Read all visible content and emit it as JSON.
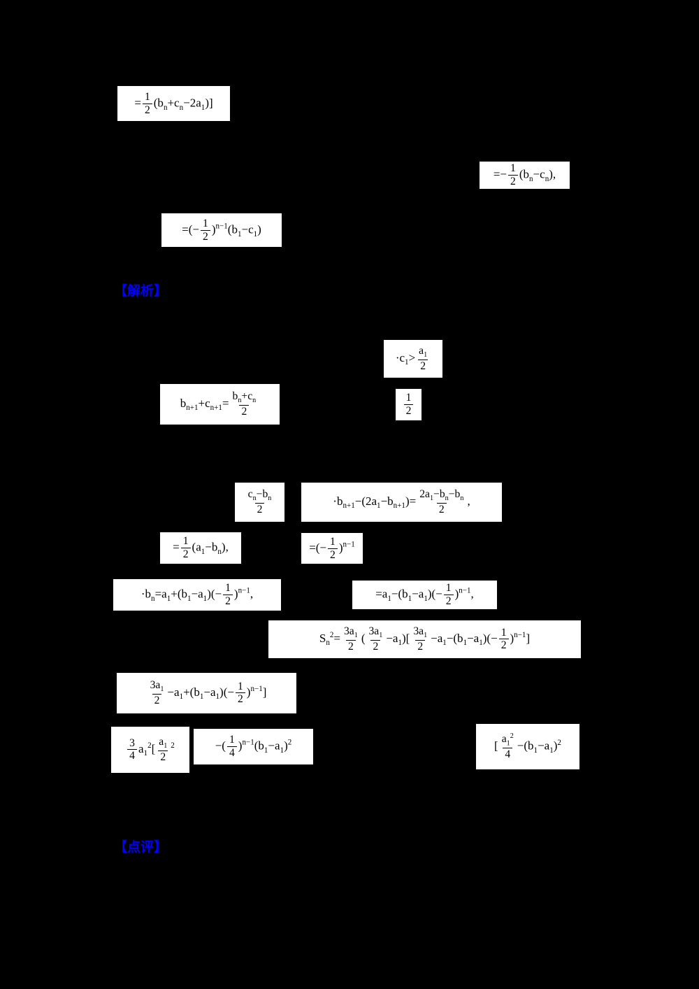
{
  "page": {
    "background_color": "#000000",
    "formula_background": "#ffffff",
    "formula_text_color": "#000000",
    "label_color": "#0000ff"
  },
  "labels": {
    "analysis": "【解析】",
    "comment": "【点评】"
  },
  "formulas": {
    "f1": [
      {
        "x": "="
      },
      {
        "f": [
          [
            {
              "x": "1"
            }
          ],
          [
            {
              "x": "2"
            }
          ]
        ]
      },
      {
        "x": "(b"
      },
      {
        "s": "n"
      },
      {
        "x": "+c"
      },
      {
        "s": "n"
      },
      {
        "x": "−2a"
      },
      {
        "s": "1"
      },
      {
        "x": ")]"
      }
    ],
    "f2": [
      {
        "x": "=−"
      },
      {
        "f": [
          [
            {
              "x": "1"
            }
          ],
          [
            {
              "x": "2"
            }
          ]
        ]
      },
      {
        "x": "(b"
      },
      {
        "s": "n"
      },
      {
        "x": "−c"
      },
      {
        "s": "n"
      },
      {
        "x": "),"
      }
    ],
    "f3": [
      {
        "x": "=(−"
      },
      {
        "f": [
          [
            {
              "x": "1"
            }
          ],
          [
            {
              "x": "2"
            }
          ]
        ]
      },
      {
        "x": ")"
      },
      {
        "p": "n−1"
      },
      {
        "x": "(b"
      },
      {
        "s": "1"
      },
      {
        "x": "−c"
      },
      {
        "s": "1"
      },
      {
        "x": ")"
      }
    ],
    "f5": [
      {
        "x": "·c"
      },
      {
        "s": "1"
      },
      {
        "x": ">"
      },
      {
        "f": [
          [
            {
              "x": "a"
            },
            {
              "s": "1"
            }
          ],
          [
            {
              "x": "2"
            }
          ]
        ]
      }
    ],
    "f6": [
      {
        "x": "b"
      },
      {
        "s": "n+1"
      },
      {
        "x": "+c"
      },
      {
        "s": "n+1"
      },
      {
        "x": "="
      },
      {
        "f": [
          [
            {
              "x": "b"
            },
            {
              "s": "n"
            },
            {
              "x": "+c"
            },
            {
              "s": "n"
            }
          ],
          [
            {
              "x": "2"
            }
          ]
        ]
      }
    ],
    "f7": [
      {
        "f": [
          [
            {
              "x": "1"
            }
          ],
          [
            {
              "x": "2"
            }
          ]
        ]
      }
    ],
    "f8": [
      {
        "f": [
          [
            {
              "x": "c"
            },
            {
              "s": "n"
            },
            {
              "x": "−b"
            },
            {
              "s": "n"
            }
          ],
          [
            {
              "x": "2"
            }
          ]
        ]
      }
    ],
    "f9": [
      {
        "x": "·b"
      },
      {
        "s": "n+1"
      },
      {
        "x": "−(2a"
      },
      {
        "s": "1"
      },
      {
        "x": "−b"
      },
      {
        "s": "n+1"
      },
      {
        "x": ")="
      },
      {
        "f": [
          [
            {
              "x": "2a"
            },
            {
              "s": "1"
            },
            {
              "x": "−b"
            },
            {
              "s": "n"
            },
            {
              "x": "−b"
            },
            {
              "s": "n"
            }
          ],
          [
            {
              "x": "2"
            }
          ]
        ]
      },
      {
        "x": ","
      }
    ],
    "f10": [
      {
        "x": "="
      },
      {
        "f": [
          [
            {
              "x": "1"
            }
          ],
          [
            {
              "x": "2"
            }
          ]
        ]
      },
      {
        "x": "(a"
      },
      {
        "s": "1"
      },
      {
        "x": "−b"
      },
      {
        "s": "n"
      },
      {
        "x": "),"
      }
    ],
    "f11": [
      {
        "x": "=(−"
      },
      {
        "f": [
          [
            {
              "x": "1"
            }
          ],
          [
            {
              "x": "2"
            }
          ]
        ]
      },
      {
        "x": ")"
      },
      {
        "p": "n−1"
      }
    ],
    "f12": [
      {
        "x": "·b"
      },
      {
        "s": "n"
      },
      {
        "x": "=a"
      },
      {
        "s": "1"
      },
      {
        "x": "+(b"
      },
      {
        "s": "1"
      },
      {
        "x": "−a"
      },
      {
        "s": "1"
      },
      {
        "x": ")(−"
      },
      {
        "f": [
          [
            {
              "x": "1"
            }
          ],
          [
            {
              "x": "2"
            }
          ]
        ]
      },
      {
        "x": ")"
      },
      {
        "p": "n−1"
      },
      {
        "x": ","
      }
    ],
    "f13": [
      {
        "x": "=a"
      },
      {
        "s": "1"
      },
      {
        "x": "−(b"
      },
      {
        "s": "1"
      },
      {
        "x": "−a"
      },
      {
        "s": "1"
      },
      {
        "x": ")(−"
      },
      {
        "f": [
          [
            {
              "x": "1"
            }
          ],
          [
            {
              "x": "2"
            }
          ]
        ]
      },
      {
        "x": ")"
      },
      {
        "p": "n−1"
      },
      {
        "x": ","
      }
    ],
    "f14": [
      {
        "x": "S"
      },
      {
        "s": "n"
      },
      {
        "p": "2"
      },
      {
        "x": "="
      },
      {
        "f": [
          [
            {
              "x": "3a"
            },
            {
              "s": "1"
            }
          ],
          [
            {
              "x": "2"
            }
          ]
        ]
      },
      {
        "x": "("
      },
      {
        "f": [
          [
            {
              "x": "3a"
            },
            {
              "s": "1"
            }
          ],
          [
            {
              "x": "2"
            }
          ]
        ]
      },
      {
        "x": "−a"
      },
      {
        "s": "1"
      },
      {
        "x": ")["
      },
      {
        "f": [
          [
            {
              "x": "3a"
            },
            {
              "s": "1"
            }
          ],
          [
            {
              "x": "2"
            }
          ]
        ]
      },
      {
        "x": "−a"
      },
      {
        "s": "1"
      },
      {
        "x": "−(b"
      },
      {
        "s": "1"
      },
      {
        "x": "−a"
      },
      {
        "s": "1"
      },
      {
        "x": ")(−"
      },
      {
        "f": [
          [
            {
              "x": "1"
            }
          ],
          [
            {
              "x": "2"
            }
          ]
        ]
      },
      {
        "x": ")"
      },
      {
        "p": "n−1"
      },
      {
        "x": "]"
      }
    ],
    "f15": [
      {
        "f": [
          [
            {
              "x": "3a"
            },
            {
              "s": "1"
            }
          ],
          [
            {
              "x": "2"
            }
          ]
        ]
      },
      {
        "x": "−a"
      },
      {
        "s": "1"
      },
      {
        "x": "+(b"
      },
      {
        "s": "1"
      },
      {
        "x": "−a"
      },
      {
        "s": "1"
      },
      {
        "x": ")(−"
      },
      {
        "f": [
          [
            {
              "x": "1"
            }
          ],
          [
            {
              "x": "2"
            }
          ]
        ]
      },
      {
        "x": ")"
      },
      {
        "p": "n−1"
      },
      {
        "x": "]"
      }
    ],
    "f16a": [
      {
        "f": [
          [
            {
              "x": "3"
            }
          ],
          [
            {
              "x": "4"
            }
          ]
        ]
      },
      {
        "x": "a"
      },
      {
        "s": "1"
      },
      {
        "p": "2"
      },
      {
        "x": "["
      },
      {
        "f": [
          [
            {
              "x": "a"
            },
            {
              "s": "1"
            }
          ],
          [
            {
              "x": "2"
            }
          ]
        ]
      },
      {
        "p": "2"
      }
    ],
    "f16b": [
      {
        "x": "−("
      },
      {
        "f": [
          [
            {
              "x": "1"
            }
          ],
          [
            {
              "x": "4"
            }
          ]
        ]
      },
      {
        "x": ")"
      },
      {
        "p": "n−1"
      },
      {
        "x": "(b"
      },
      {
        "s": "1"
      },
      {
        "x": "−a"
      },
      {
        "s": "1"
      },
      {
        "x": ")"
      },
      {
        "p": "2"
      }
    ],
    "f17": [
      {
        "x": "["
      },
      {
        "f": [
          [
            {
              "x": "a"
            },
            {
              "s": "1"
            },
            {
              "p": "2"
            }
          ],
          [
            {
              "x": "4"
            }
          ]
        ]
      },
      {
        "x": "−(b"
      },
      {
        "s": "1"
      },
      {
        "x": "−a"
      },
      {
        "s": "1"
      },
      {
        "x": ")"
      },
      {
        "p": "2"
      }
    ]
  }
}
